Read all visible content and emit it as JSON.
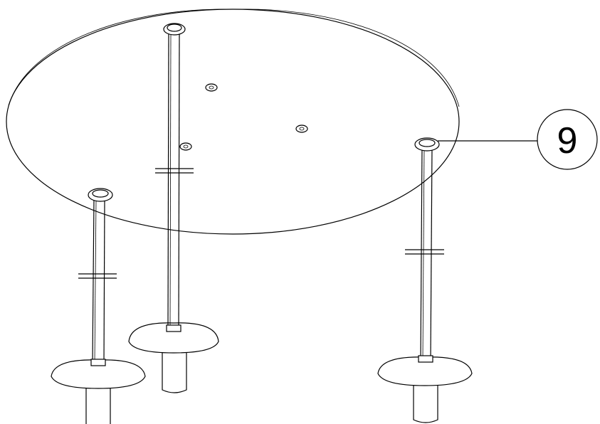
{
  "diagram": {
    "callout": {
      "label": "9"
    },
    "colors": {
      "stroke": "#000000",
      "background": "#ffffff"
    },
    "parts": [
      {
        "name": "tabletop",
        "shape": "ellipse"
      },
      {
        "name": "support-rod",
        "count": 3
      },
      {
        "name": "rod-cap",
        "count": 3
      },
      {
        "name": "mounting-hole",
        "count": 3
      },
      {
        "name": "base-flange",
        "count": 3
      },
      {
        "name": "base-tube",
        "count": 3
      }
    ]
  }
}
